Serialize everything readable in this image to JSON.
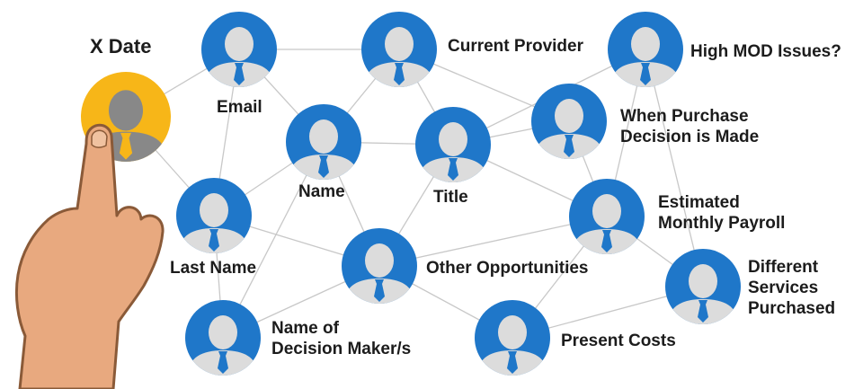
{
  "colors": {
    "node_blue": "#1f77c9",
    "node_highlight": "#f7b618",
    "avatar_gray": "#dcdcdc",
    "avatar_gray_dark": "#888888",
    "tie": "#1f77c9",
    "edge": "#c8c8c8",
    "hand_fill": "#e8a97f",
    "hand_stroke": "#8a5a38"
  },
  "nodes": [
    {
      "id": "xdate",
      "label": [
        "X Date"
      ],
      "highlighted": true
    },
    {
      "id": "email",
      "label": [
        "Email"
      ]
    },
    {
      "id": "current_provider",
      "label": [
        "Current Provider"
      ]
    },
    {
      "id": "high_mod",
      "label": [
        "High MOD Issues?"
      ]
    },
    {
      "id": "name",
      "label": [
        "Name"
      ]
    },
    {
      "id": "title",
      "label": [
        "Title"
      ]
    },
    {
      "id": "purchase_decision",
      "label": [
        "When Purchase",
        "Decision is Made"
      ]
    },
    {
      "id": "last_name",
      "label": [
        "Last Name"
      ]
    },
    {
      "id": "payroll",
      "label": [
        "Estimated",
        "Monthly Payroll"
      ]
    },
    {
      "id": "other_opps",
      "label": [
        "Other Opportunities"
      ]
    },
    {
      "id": "services",
      "label": [
        "Different",
        "Services",
        "Purchased"
      ]
    },
    {
      "id": "decision_maker",
      "label": [
        "Name of",
        "Decision Maker/s"
      ]
    },
    {
      "id": "present_costs",
      "label": [
        "Present Costs"
      ]
    }
  ],
  "edges": [
    [
      "xdate",
      "email"
    ],
    [
      "xdate",
      "last_name"
    ],
    [
      "email",
      "current_provider"
    ],
    [
      "email",
      "name"
    ],
    [
      "email",
      "last_name"
    ],
    [
      "current_provider",
      "title"
    ],
    [
      "current_provider",
      "purchase_decision"
    ],
    [
      "current_provider",
      "name"
    ],
    [
      "high_mod",
      "title"
    ],
    [
      "high_mod",
      "payroll"
    ],
    [
      "high_mod",
      "services"
    ],
    [
      "purchase_decision",
      "title"
    ],
    [
      "purchase_decision",
      "payroll"
    ],
    [
      "name",
      "last_name"
    ],
    [
      "name",
      "title"
    ],
    [
      "name",
      "other_opps"
    ],
    [
      "name",
      "decision_maker"
    ],
    [
      "title",
      "other_opps"
    ],
    [
      "title",
      "payroll"
    ],
    [
      "last_name",
      "decision_maker"
    ],
    [
      "last_name",
      "other_opps"
    ],
    [
      "payroll",
      "other_opps"
    ],
    [
      "payroll",
      "services"
    ],
    [
      "payroll",
      "present_costs"
    ],
    [
      "other_opps",
      "decision_maker"
    ],
    [
      "other_opps",
      "present_costs"
    ],
    [
      "present_costs",
      "services"
    ]
  ]
}
